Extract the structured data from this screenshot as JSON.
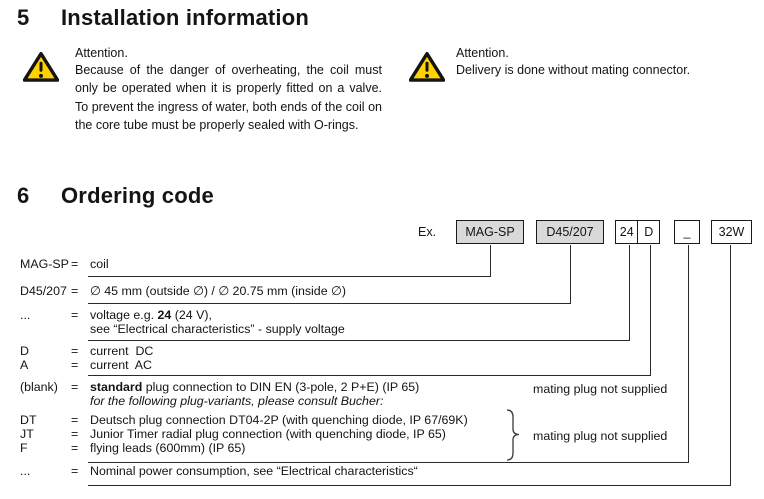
{
  "colors": {
    "warning_yellow": "#FFD200",
    "code_box_gray": "#D9D9D9",
    "line_black": "#1A1A1A"
  },
  "section_installation": {
    "number": "5",
    "title": "Installation information",
    "warnings": [
      {
        "title": "Attention.",
        "body": "Because of the danger of overheating, the coil must only be operated when it is properly fitted on a valve. To prevent the ingress of water, both ends of the coil on the core tube must be properly sealed with O-rings."
      },
      {
        "title": "Attention.",
        "body": "Delivery is done without mating connector."
      }
    ]
  },
  "section_ordering": {
    "number": "6",
    "title": "Ordering code",
    "example_label": "Ex.",
    "code_boxes": [
      {
        "label": "MAG-SP",
        "filled": true
      },
      {
        "label": "D45/207",
        "filled": true
      },
      {
        "cells": [
          "24",
          "D"
        ],
        "filled": false
      },
      {
        "label": "_",
        "filled": false
      },
      {
        "label": "32W",
        "filled": false
      }
    ],
    "legend_rows": [
      {
        "term": "MAG-SP",
        "eq": "=",
        "parts": [
          {
            "text": "coil"
          }
        ]
      },
      {
        "term": "D45/207",
        "eq": "=",
        "parts": [
          {
            "text": "∅ 45 mm (outside ∅) / ∅ 20.75 mm (inside ∅)"
          }
        ]
      },
      {
        "term": "...",
        "eq": "=",
        "parts": [
          {
            "text": "voltage e.g. "
          },
          {
            "text": "24",
            "bold": true
          },
          {
            "text": " (24 V),"
          }
        ]
      },
      {
        "term": "",
        "eq": "",
        "parts": [
          {
            "text": "see “Electrical characteristics” - supply voltage"
          }
        ]
      },
      {
        "term": "D",
        "eq": "=",
        "parts": [
          {
            "text": "current  DC"
          }
        ]
      },
      {
        "term": "A",
        "eq": "=",
        "parts": [
          {
            "text": "current  AC"
          }
        ]
      },
      {
        "term": "(blank)",
        "eq": "=",
        "parts": [
          {
            "text": "standard",
            "bold": true
          },
          {
            "text": " plug connection to DIN EN (3-pole, 2 P+E) (IP 65)"
          }
        ]
      },
      {
        "term": "",
        "eq": "",
        "parts": [
          {
            "text": "for the following plug-variants, please consult Bucher:",
            "italic": true
          }
        ]
      },
      {
        "term": "DT",
        "eq": "=",
        "parts": [
          {
            "text": "Deutsch plug connection DT04-2P (with quenching diode, IP 67/69K)"
          }
        ]
      },
      {
        "term": "JT",
        "eq": "=",
        "parts": [
          {
            "text": "Junior Timer radial plug connection (with quenching diode, IP 65)"
          }
        ]
      },
      {
        "term": "F",
        "eq": "=",
        "parts": [
          {
            "text": "flying leads (600mm) (IP 65)"
          }
        ]
      },
      {
        "term": "...",
        "eq": "=",
        "parts": [
          {
            "text": "Nominal power consumption, see “Electrical characteristics“"
          }
        ]
      }
    ],
    "notes": [
      "mating plug not supplied",
      "mating plug not supplied"
    ]
  }
}
